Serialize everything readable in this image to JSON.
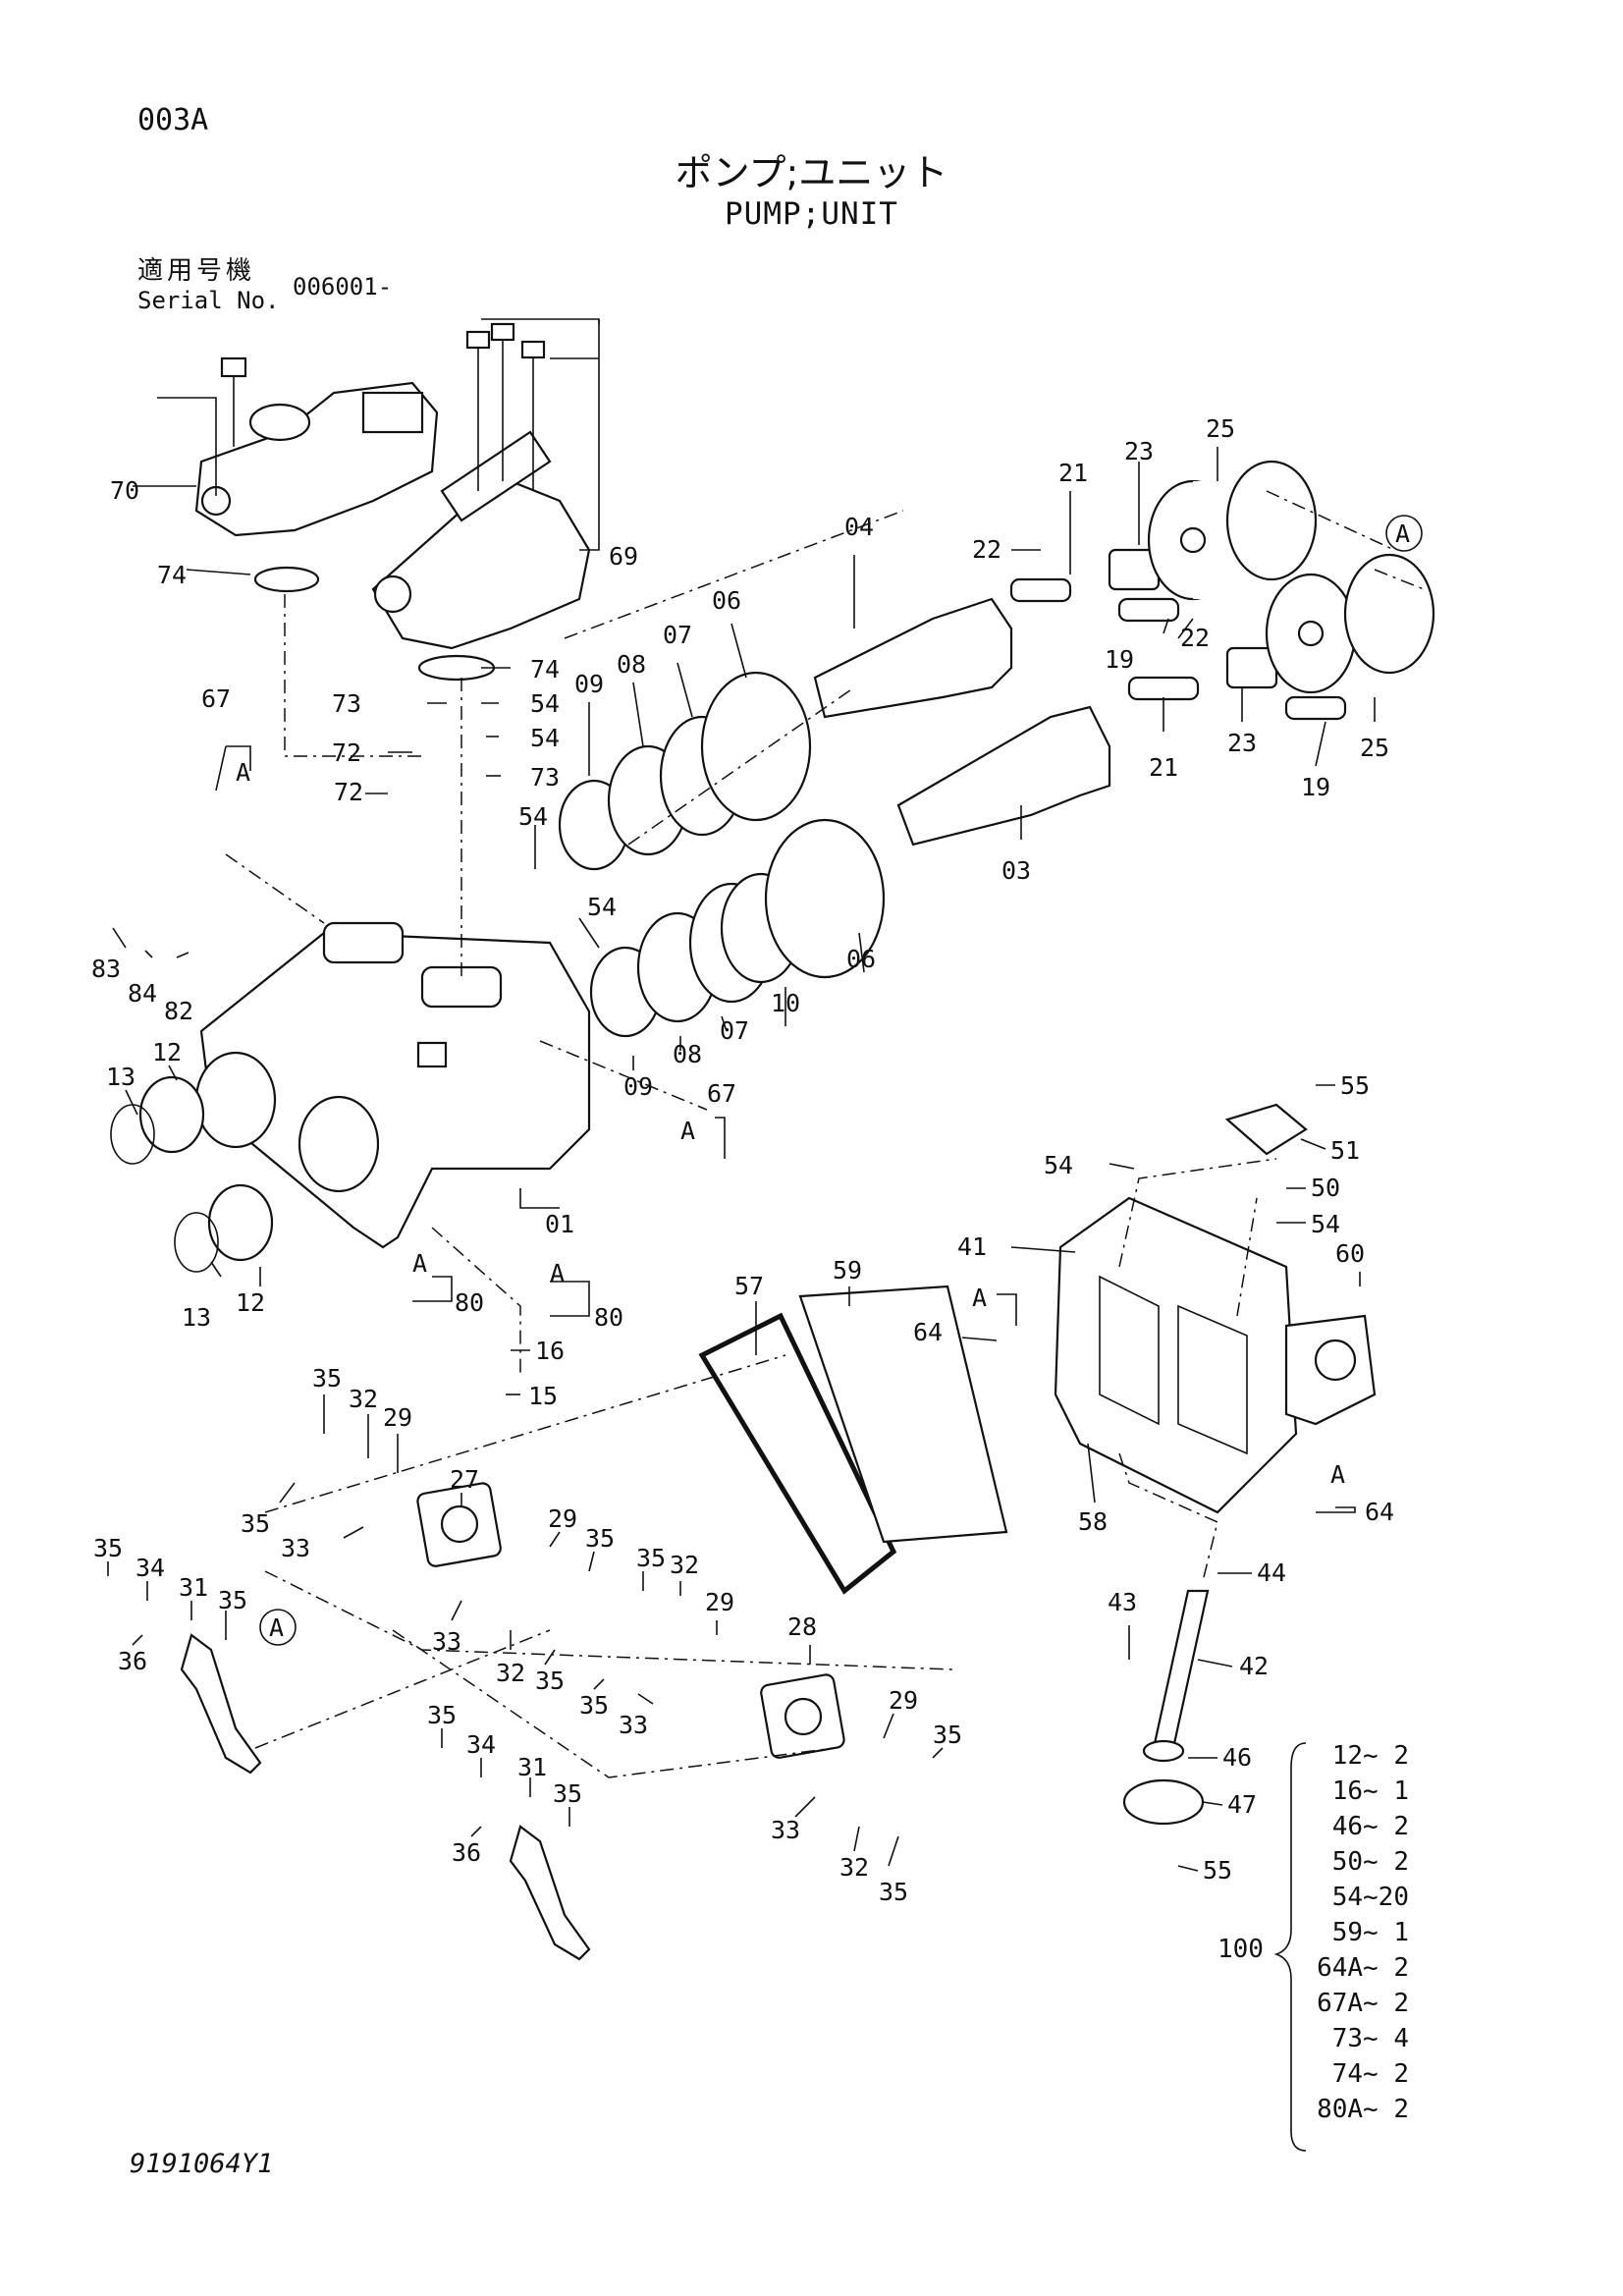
{
  "header": {
    "page_code": "003A",
    "title_jp": "ポンプ;ユニット",
    "title_en": "PUMP;UNIT",
    "serial_label_jp": "適用号機",
    "serial_label_en": "Serial No.",
    "serial_value": "006001-"
  },
  "callouts": [
    {
      "id": "c70",
      "label": "70"
    },
    {
      "id": "c74a",
      "label": "74"
    },
    {
      "id": "c69",
      "label": "69"
    },
    {
      "id": "c74b",
      "label": "74"
    },
    {
      "id": "c67a",
      "label": "67"
    },
    {
      "id": "cA1",
      "label": "A"
    },
    {
      "id": "c73a",
      "label": "73"
    },
    {
      "id": "c54a",
      "label": "54"
    },
    {
      "id": "c72a",
      "label": "72"
    },
    {
      "id": "c54b",
      "label": "54"
    },
    {
      "id": "c72b",
      "label": "72"
    },
    {
      "id": "c73b",
      "label": "73"
    },
    {
      "id": "c54c",
      "label": "54"
    },
    {
      "id": "c09a",
      "label": "09"
    },
    {
      "id": "c08a",
      "label": "08"
    },
    {
      "id": "c07a",
      "label": "07"
    },
    {
      "id": "c06a",
      "label": "06"
    },
    {
      "id": "c04",
      "label": "04"
    },
    {
      "id": "c22a",
      "label": "22"
    },
    {
      "id": "c21a",
      "label": "21"
    },
    {
      "id": "c23a",
      "label": "23"
    },
    {
      "id": "c25a",
      "label": "25"
    },
    {
      "id": "cA2",
      "label": "A"
    },
    {
      "id": "c19a",
      "label": "19"
    },
    {
      "id": "c22b",
      "label": "22"
    },
    {
      "id": "c19b",
      "label": "19"
    },
    {
      "id": "c21b",
      "label": "21"
    },
    {
      "id": "c23b",
      "label": "23"
    },
    {
      "id": "c25b",
      "label": "25"
    },
    {
      "id": "c03",
      "label": "03"
    },
    {
      "id": "c06b",
      "label": "06"
    },
    {
      "id": "c54d",
      "label": "54"
    },
    {
      "id": "c10",
      "label": "10"
    },
    {
      "id": "c07b",
      "label": "07"
    },
    {
      "id": "c08b",
      "label": "08"
    },
    {
      "id": "c09b",
      "label": "09"
    },
    {
      "id": "c67b",
      "label": "67"
    },
    {
      "id": "cA3",
      "label": "A"
    },
    {
      "id": "c83",
      "label": "83"
    },
    {
      "id": "c84",
      "label": "84"
    },
    {
      "id": "c82",
      "label": "82"
    },
    {
      "id": "c12a",
      "label": "12"
    },
    {
      "id": "c13a",
      "label": "13"
    },
    {
      "id": "c12b",
      "label": "12"
    },
    {
      "id": "c13b",
      "label": "13"
    },
    {
      "id": "c01",
      "label": "01"
    },
    {
      "id": "cA4",
      "label": "A"
    },
    {
      "id": "c80a",
      "label": "80"
    },
    {
      "id": "cA5",
      "label": "A"
    },
    {
      "id": "c80b",
      "label": "80"
    },
    {
      "id": "c16",
      "label": "16"
    },
    {
      "id": "c15",
      "label": "15"
    },
    {
      "id": "c55a",
      "label": "55"
    },
    {
      "id": "c51",
      "label": "51"
    },
    {
      "id": "c54e",
      "label": "54"
    },
    {
      "id": "c50",
      "label": "50"
    },
    {
      "id": "c54f",
      "label": "54"
    },
    {
      "id": "c41",
      "label": "41"
    },
    {
      "id": "c60",
      "label": "60"
    },
    {
      "id": "cA6",
      "label": "A"
    },
    {
      "id": "c64a",
      "label": "64"
    },
    {
      "id": "c57",
      "label": "57"
    },
    {
      "id": "c59",
      "label": "59"
    },
    {
      "id": "c58",
      "label": "58"
    },
    {
      "id": "cA7",
      "label": "A"
    },
    {
      "id": "c64b",
      "label": "64"
    },
    {
      "id": "c44",
      "label": "44"
    },
    {
      "id": "c43",
      "label": "43"
    },
    {
      "id": "c42",
      "label": "42"
    },
    {
      "id": "c46",
      "label": "46"
    },
    {
      "id": "c47",
      "label": "47"
    },
    {
      "id": "c55b",
      "label": "55"
    },
    {
      "id": "c35a",
      "label": "35"
    },
    {
      "id": "c32a",
      "label": "32"
    },
    {
      "id": "c29a",
      "label": "29"
    },
    {
      "id": "c27",
      "label": "27"
    },
    {
      "id": "c35b",
      "label": "35"
    },
    {
      "id": "c33a",
      "label": "33"
    },
    {
      "id": "c29b",
      "label": "29"
    },
    {
      "id": "c35c",
      "label": "35"
    },
    {
      "id": "c35d",
      "label": "35"
    },
    {
      "id": "c34a",
      "label": "34"
    },
    {
      "id": "c31a",
      "label": "31"
    },
    {
      "id": "c35e",
      "label": "35"
    },
    {
      "id": "c36a",
      "label": "36"
    },
    {
      "id": "cA8",
      "label": "A"
    },
    {
      "id": "c33b",
      "label": "33"
    },
    {
      "id": "c32b",
      "label": "32"
    },
    {
      "id": "c35f",
      "label": "35"
    },
    {
      "id": "c35g",
      "label": "35"
    },
    {
      "id": "c32c",
      "label": "32"
    },
    {
      "id": "c29c",
      "label": "29"
    },
    {
      "id": "c28",
      "label": "28"
    },
    {
      "id": "c35h",
      "label": "35"
    },
    {
      "id": "c33c",
      "label": "33"
    },
    {
      "id": "c29d",
      "label": "29"
    },
    {
      "id": "c35i",
      "label": "35"
    },
    {
      "id": "c35j",
      "label": "35"
    },
    {
      "id": "c34b",
      "label": "34"
    },
    {
      "id": "c31b",
      "label": "31"
    },
    {
      "id": "c35k",
      "label": "35"
    },
    {
      "id": "c36b",
      "label": "36"
    },
    {
      "id": "c33d",
      "label": "33"
    },
    {
      "id": "c32d",
      "label": "32"
    },
    {
      "id": "c35l",
      "label": "35"
    }
  ],
  "kit": {
    "label": "100",
    "items": [
      "12~ 2",
      "16~ 1",
      "46~ 2",
      "50~ 2",
      "54~20",
      "59~ 1",
      "64A~ 2",
      "67A~ 2",
      "73~ 4",
      "74~ 2",
      "80A~ 2"
    ]
  },
  "footer": {
    "doc_code": "9191064Y1"
  }
}
